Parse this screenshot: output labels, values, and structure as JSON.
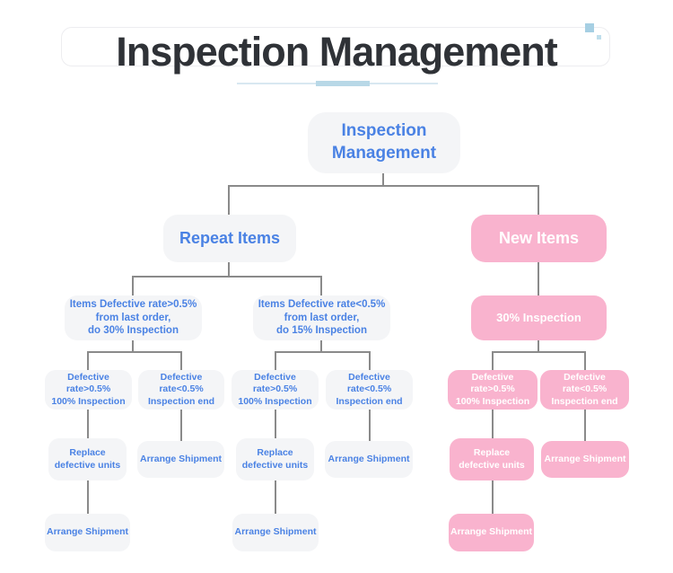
{
  "header": {
    "title": "Inspection Management"
  },
  "colors": {
    "accent_blue_text": "#4a82e4",
    "pink_node": "#f9b3ce",
    "gray_node": "#f4f5f7",
    "connector_line": "#8a8a8a",
    "underline_blue": "#b8d8e7",
    "title_text": "#2f3237"
  },
  "flowchart": {
    "root": {
      "label": "Inspection Management"
    },
    "repeat": {
      "label": "Repeat Items",
      "high_rate": {
        "label": "Items Defective rate>0.5%\nfrom last order,\ndo 30% Inspection",
        "defect_high": {
          "label": "Defective rate>0.5%\n100% Inspection",
          "replace": {
            "label": "Replace\ndefective units",
            "arrange": {
              "label": "Arrange Shipment"
            }
          }
        },
        "defect_low": {
          "label": "Defective rate<0.5%\nInspection end",
          "arrange": {
            "label": "Arrange Shipment"
          }
        }
      },
      "low_rate": {
        "label": "Items Defective rate<0.5%\nfrom last order,\ndo 15% Inspection",
        "defect_high": {
          "label": "Defective rate>0.5%\n100% Inspection",
          "replace": {
            "label": "Replace\ndefective units",
            "arrange": {
              "label": "Arrange Shipment"
            }
          }
        },
        "defect_low": {
          "label": "Defective rate<0.5%\nInspection end",
          "arrange": {
            "label": "Arrange Shipment"
          }
        }
      }
    },
    "new_items": {
      "label": "New Items",
      "inspection": {
        "label": "30% Inspection",
        "defect_high": {
          "label": "Defective rate>0.5%\n100% Inspection",
          "replace": {
            "label": "Replace\ndefective units",
            "arrange": {
              "label": "Arrange Shipment"
            }
          }
        },
        "defect_low": {
          "label": "Defective rate<0.5%\nInspection end",
          "arrange": {
            "label": "Arrange Shipment"
          }
        }
      }
    }
  }
}
